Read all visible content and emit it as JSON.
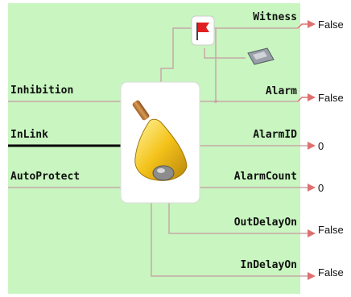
{
  "block": {
    "icon": "bell-icon",
    "background_color": "#c8f5c0",
    "wire_color": "#c8a8a8",
    "arrow_color": "#e07070"
  },
  "inputs": [
    {
      "label": "Inhibition"
    },
    {
      "label": "InLink"
    },
    {
      "label": "AutoProtect"
    }
  ],
  "outputs": [
    {
      "label": "Witness",
      "value": "False",
      "icon": "flag-icon"
    },
    {
      "label": "Alarm",
      "value": "False"
    },
    {
      "label": "AlarmID",
      "value": "0"
    },
    {
      "label": "AlarmCount",
      "value": "0"
    },
    {
      "label": "OutDelayOn",
      "value": "False"
    },
    {
      "label": "InDelayOn",
      "value": "False"
    }
  ],
  "extra_icons": [
    "pager-icon"
  ]
}
